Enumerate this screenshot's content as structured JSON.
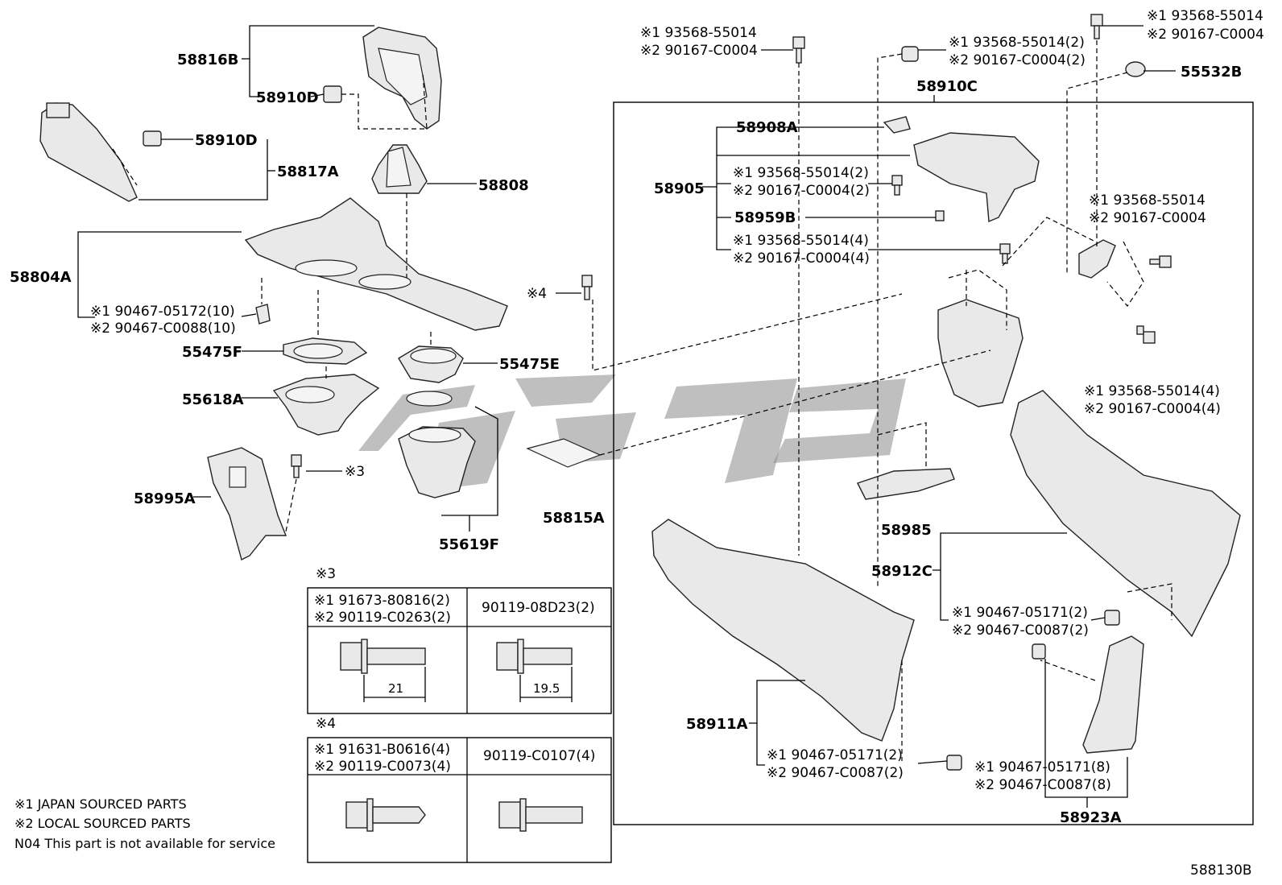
{
  "labels": {
    "p58816B": "58816B",
    "p58910D_a": "58910D",
    "p58910D_b": "58910D",
    "p58817A": "58817A",
    "p58808": "58808",
    "p58804A": "58804A",
    "p58804A_n1": "※1 90467-05172(10)",
    "p58804A_n2": "※2 90467-C0088(10)",
    "p55475F": "55475F",
    "p55475E": "55475E",
    "p55618A": "55618A",
    "p58995A": "58995A",
    "p_ref3": "※3",
    "p_ref4": "※4",
    "p55619F": "55619F",
    "p58815A": "58815A",
    "top_n1": "※1 93568-55014",
    "top_n2": "※2 90167-C0004",
    "mid_n1": "※1 93568-55014(2)",
    "mid_n2": "※2 90167-C0004(2)",
    "right_n1": "※1 93568-55014",
    "right_n2": "※2 90167-C0004",
    "p55532B": "55532B",
    "p58910C": "58910C",
    "p58908A": "58908A",
    "p58905": "58905",
    "a_n1": "※1 93568-55014(2)",
    "a_n2": "※2 90167-C0004(2)",
    "p58959B": "58959B",
    "b_n1": "※1 93568-55014(4)",
    "b_n2": "※2 90167-C0004(4)",
    "c_n1": "※1 93568-55014",
    "c_n2": "※2 90167-C0004",
    "d_n1": "※1 93568-55014(4)",
    "d_n2": "※2 90167-C0004(4)",
    "p58985": "58985",
    "p58912C": "58912C",
    "e_n1": "※1 90467-05171(2)",
    "e_n2": "※2 90467-C0087(2)",
    "p58911A": "58911A",
    "f_n1": "※1 90467-05171(2)",
    "f_n2": "※2 90467-C0087(2)",
    "g_n1": "※1 90467-05171(8)",
    "g_n2": "※2 90467-C0087(8)",
    "p58923A": "58923A",
    "diagram_id": "588130B"
  },
  "table3": {
    "marker": "※3",
    "left_n1": "※1 91673-80816(2)",
    "left_n2": "※2 90119-C0263(2)",
    "right": "90119-08D23(2)",
    "dim_left": "21",
    "dim_right": "19.5"
  },
  "table4": {
    "marker": "※4",
    "left_n1": "※1 91631-B0616(4)",
    "left_n2": "※2 90119-C0073(4)",
    "right": "90119-C0107(4)"
  },
  "notes": {
    "n1": "※1 JAPAN SOURCED PARTS",
    "n2": "※2 LOCAL SOURCED PARTS",
    "n3": "N04  This part is not available for service"
  }
}
